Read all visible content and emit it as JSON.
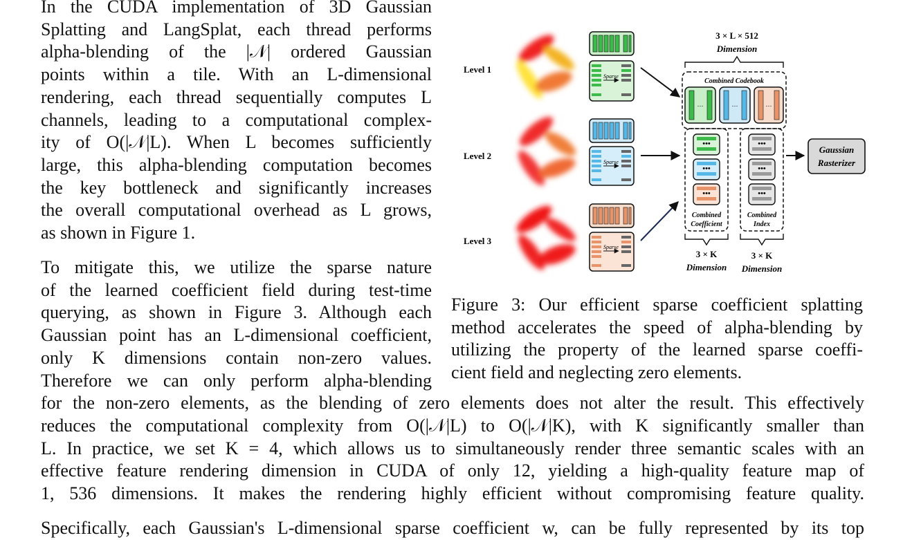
{
  "para1": [
    "In the CUDA implementation of 3D Gaussian",
    "Splatting and LangSplat, each thread performs",
    "alpha-blending of the |𝒩| ordered Gaussian",
    "points within a tile.  With an L-dimensional",
    "rendering, each thread sequentially computes L",
    "channels, leading to a computational complex-",
    "ity of O(|𝒩|L). When L becomes sufficiently",
    "large, this alpha-blending computation becomes",
    "the key bottleneck and significantly increases",
    "the overall computational overhead as L grows,",
    "as shown in Figure 1."
  ],
  "para2_narrow": [
    "To mitigate this, we utilize the sparse nature",
    "of the learned coefficient field during test-time",
    "querying, as shown in Figure 3. Although each",
    "Gaussian point has an L-dimensional coefficient,",
    "only K dimensions contain non-zero values.",
    "Therefore we can only perform alpha-blending"
  ],
  "para2_wide": [
    "for the non-zero elements, as the blending of zero elements does not alter the result. This effectively",
    "reduces the computational complexity from O(|𝒩|L) to O(|𝒩|K), with K significantly smaller than",
    "L. In practice, we set K = 4, which allows us to simultaneously render three semantic scales with an",
    "effective feature rendering dimension in CUDA of only 12, yielding a high-quality feature map of",
    "1, 536 dimensions. It makes the rendering highly efficient without compromising feature quality."
  ],
  "para3": [
    "Specifically, each Gaussian's L-dimensional sparse coefficient w, can be fully represented by its top"
  ],
  "caption": [
    "Figure 3: Our efficient sparse coefficient splatting",
    "method accelerates the speed of alpha-blending by",
    "utilizing the property of the learned sparse coeffi-",
    "cient field and neglecting zero elements."
  ],
  "figure": {
    "levels": [
      "Level 1",
      "Level 2",
      "Level 3"
    ],
    "top_dim_line1": "3 × L × 512",
    "top_dim_line2": "Dimension",
    "codebook_label": "Combined Codebook",
    "coef_label_line1": "Combined",
    "coef_label_line2": "Coefficient",
    "index_label_line1": "Combined",
    "index_label_line2": "Index",
    "coef_dim_line1": "3 × K",
    "coef_dim_line2": "Dimension",
    "index_dim_line1": "3 × K",
    "index_dim_line2": "Dimension",
    "rasterizer_line1": "Gaussian",
    "rasterizer_line2": "Rasterizer",
    "sparse_label": "Sparse",
    "dots": "…",
    "colors": {
      "green": "#3cba4a",
      "blue": "#56b8e6",
      "orange": "#e8946a",
      "gray": "#9a9a9a"
    }
  }
}
